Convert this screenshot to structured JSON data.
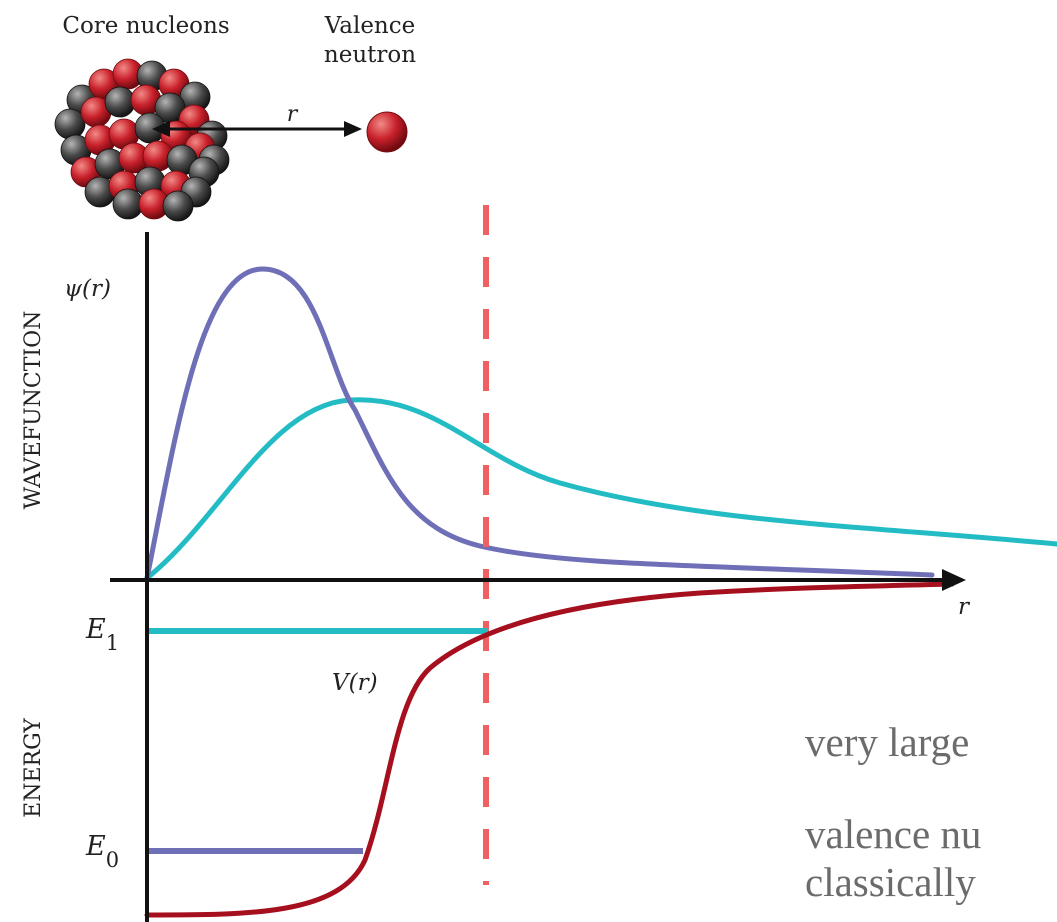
{
  "nucleus_caption": "Core nucleons",
  "valence_caption": [
    "Valence",
    "neutron"
  ],
  "r_label": "r",
  "axes": {
    "upper_ylabel": "WAVEFUNCTION",
    "lower_ylabel": "ENERGY",
    "psi_label": "ψ(r)",
    "x_label": "r"
  },
  "levels": {
    "e1": {
      "symbol": "E",
      "sub": "1"
    },
    "e0": {
      "symbol": "E",
      "sub": "0"
    }
  },
  "potential_label": "V(r)",
  "body_text": [
    "very large",
    "valence nu",
    "classically"
  ],
  "colors": {
    "ground_state": "#6f6fb8",
    "excited_state": "#23bcc4",
    "potential": "#a6101e",
    "boundary": "#f06060",
    "nucleon_red": "#c8202a",
    "nucleon_gray": "#3a3a3a",
    "axis": "#111111"
  }
}
